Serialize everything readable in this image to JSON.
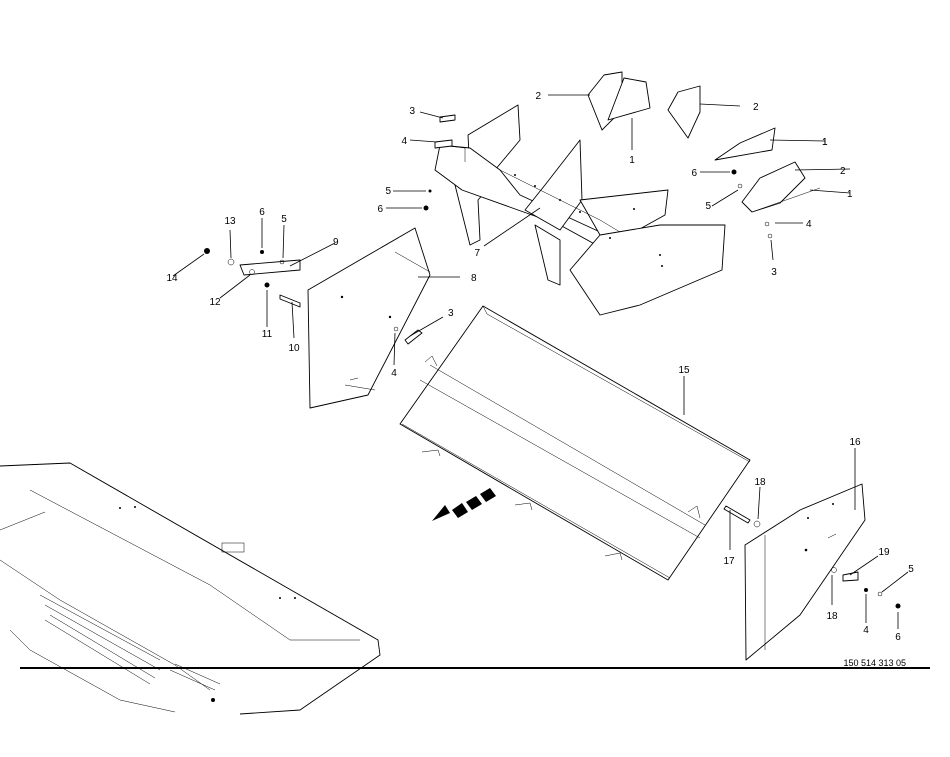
{
  "drawing": {
    "reference_number": "150 514 313 05",
    "callouts": [
      "2",
      "1",
      "2",
      "1",
      "3",
      "4",
      "5",
      "6",
      "7",
      "1",
      "2",
      "6",
      "5",
      "1",
      "4",
      "3",
      "13",
      "6",
      "5",
      "9",
      "14",
      "12",
      "8",
      "11",
      "10",
      "3",
      "4",
      "15",
      "16",
      "18",
      "17",
      "19",
      "5",
      "18",
      "4",
      "6"
    ]
  }
}
